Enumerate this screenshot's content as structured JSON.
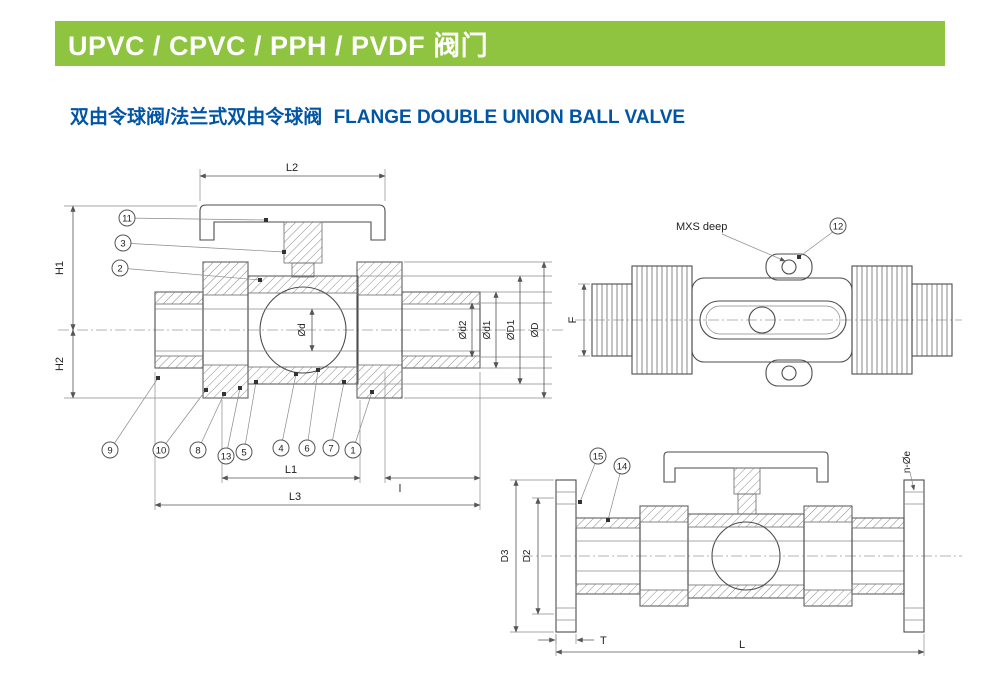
{
  "header": {
    "title": "UPVC / CPVC / PPH / PVDF 阀门"
  },
  "subtitle": {
    "cn": "双由令球阀/法兰式双由令球阀",
    "en": "FLANGE DOUBLE UNION BALL VALVE"
  },
  "colors": {
    "header_bg": "#8fc441",
    "header_text": "#ffffff",
    "subtitle_text": "#0055a5",
    "drawing_line": "#4d4d4d"
  },
  "front_view": {
    "dims": {
      "l2": "L2",
      "h1": "H1",
      "h2": "H2",
      "od": "Ød",
      "od2": "Ød2",
      "od1": "Ød1",
      "oD1": "ØD1",
      "oD": "ØD",
      "l1": "L1",
      "l_small": "l",
      "l3": "L3"
    },
    "callouts": [
      "11",
      "3",
      "2",
      "9",
      "10",
      "8",
      "13",
      "5",
      "4",
      "6",
      "7",
      "1"
    ]
  },
  "top_view": {
    "label_mxs_deep": "MXS deep",
    "dims": {
      "f": "F"
    },
    "callouts": [
      "12"
    ]
  },
  "flange_view": {
    "dims": {
      "d3": "D3",
      "d2": "D2",
      "t": "T",
      "l": "L",
      "n_oe": "n-Øe"
    },
    "callouts": [
      "15",
      "14"
    ]
  }
}
